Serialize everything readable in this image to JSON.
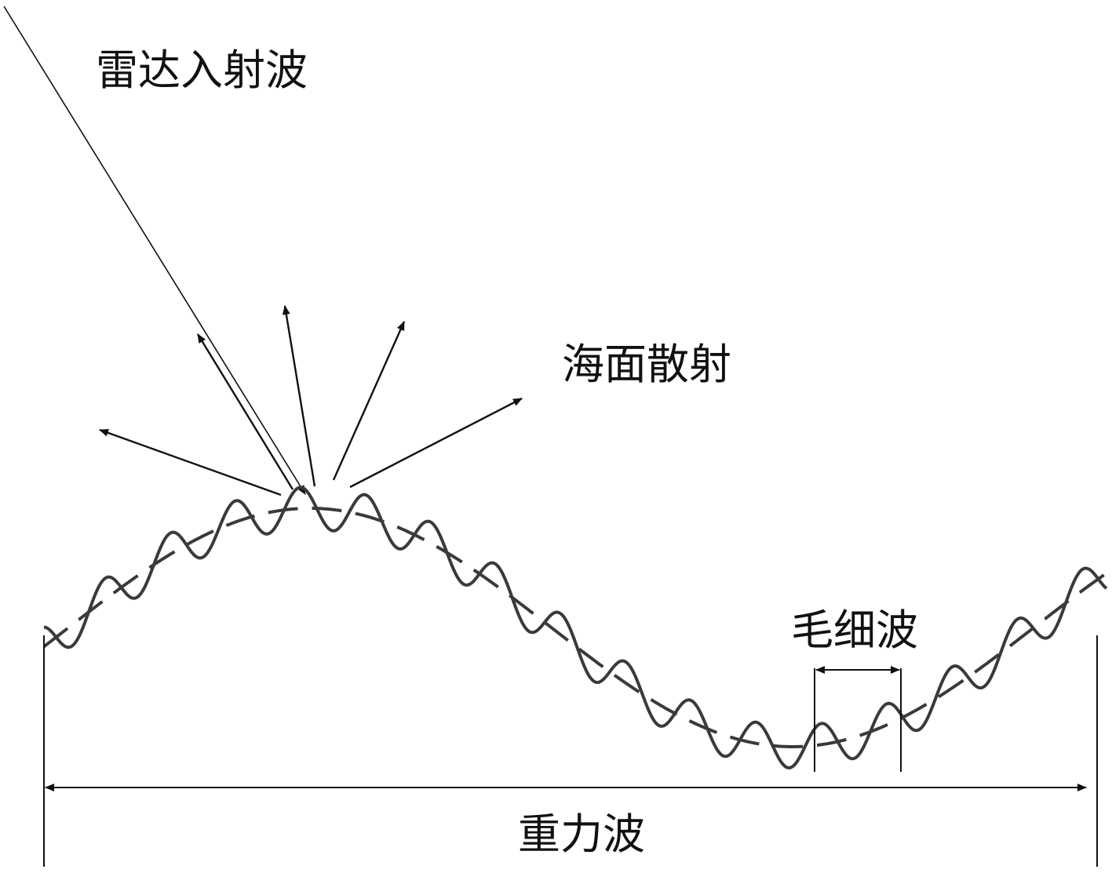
{
  "labels": {
    "incident": "雷达入射波",
    "scatter": "海面散射",
    "capillary": "毛细波",
    "gravity": "重力波"
  },
  "colors": {
    "ink": "#111111",
    "wave": "#3a3a3a"
  }
}
